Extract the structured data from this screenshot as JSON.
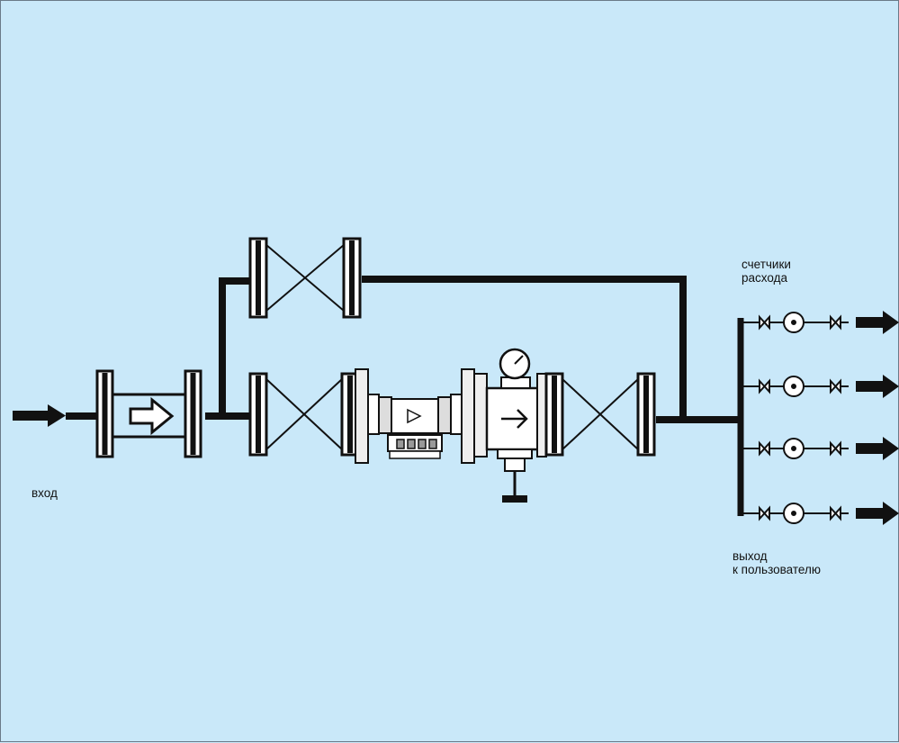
{
  "labels": {
    "inlet": "вход",
    "meters_line1": "счетчики",
    "meters_line2": "расхода",
    "outlet_line1": "выход",
    "outlet_line2": "к пользователю"
  },
  "colors": {
    "background": "#c9e8f9",
    "line": "#111111",
    "fitting_fill": "#e8e8e8"
  },
  "icons": [
    "inlet-arrow-icon",
    "filter-flow-arrow-icon",
    "gate-valve-icon",
    "pressure-gauge-icon",
    "flow-meter-icon",
    "outlet-arrow-icon"
  ]
}
